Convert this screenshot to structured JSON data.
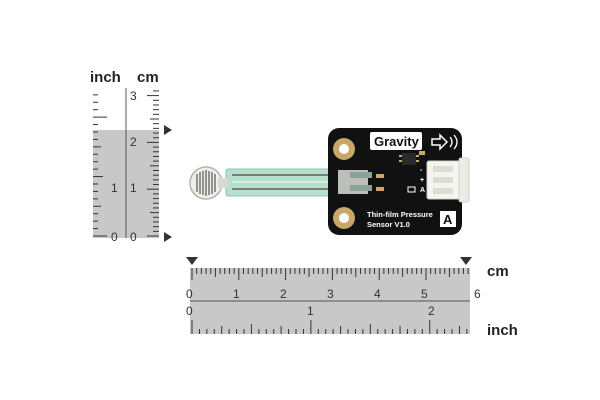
{
  "vertical_ruler": {
    "unit_left": "inch",
    "unit_right": "cm",
    "inch_ticks": [
      "0",
      "1"
    ],
    "cm_ticks": [
      "0",
      "1",
      "2",
      "3"
    ]
  },
  "horizontal_ruler": {
    "unit_top": "cm",
    "unit_bottom": "inch",
    "cm_ticks": [
      "0",
      "1",
      "2",
      "3",
      "4",
      "5",
      "6"
    ],
    "inch_ticks": [
      "0",
      "1",
      "2"
    ]
  },
  "board": {
    "brand": "Gravity",
    "product_line1": "Thin-film Pressure",
    "product_line2": "Sensor V1.0",
    "signal_type": "A",
    "pin_labels": [
      "-",
      "+",
      "A"
    ]
  },
  "colors": {
    "ruler_fill": "#c8c8c8",
    "pcb": "#111111",
    "gold": "#c9a76a",
    "film": "#a9d9c6",
    "connector": "#f4f4f1"
  }
}
